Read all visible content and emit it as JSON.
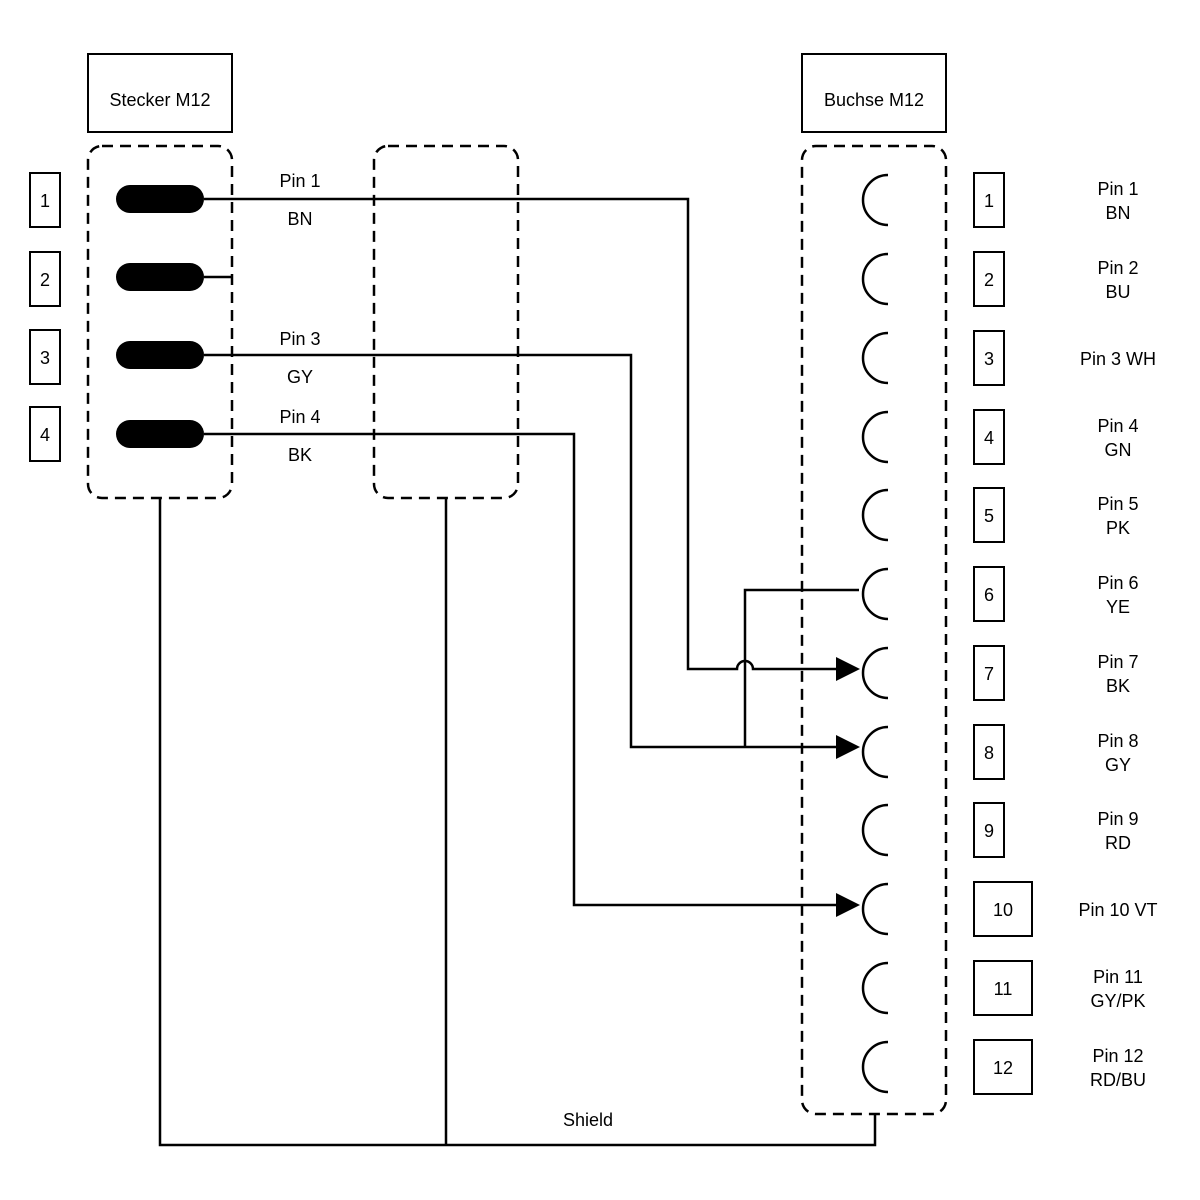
{
  "plug": {
    "title": "Stecker M12",
    "pins": [
      {
        "num": "1",
        "pin_label": "Pin 1",
        "color": "BN"
      },
      {
        "num": "2",
        "pin_label": "",
        "color": ""
      },
      {
        "num": "3",
        "pin_label": "Pin 3",
        "color": "GY"
      },
      {
        "num": "4",
        "pin_label": "Pin 4",
        "color": "BK"
      }
    ]
  },
  "socket": {
    "title": "Buchse M12",
    "pins": [
      {
        "num": "1",
        "label_lines": [
          "Pin 1",
          "BN"
        ]
      },
      {
        "num": "2",
        "label_lines": [
          "Pin 2",
          "BU"
        ]
      },
      {
        "num": "3",
        "label_lines": [
          "Pin 3 WH"
        ]
      },
      {
        "num": "4",
        "label_lines": [
          "Pin 4",
          "GN"
        ]
      },
      {
        "num": "5",
        "label_lines": [
          "Pin 5",
          "PK"
        ]
      },
      {
        "num": "6",
        "label_lines": [
          "Pin 6",
          "YE"
        ]
      },
      {
        "num": "7",
        "label_lines": [
          "Pin 7",
          "BK"
        ]
      },
      {
        "num": "8",
        "label_lines": [
          "Pin 8",
          "GY"
        ]
      },
      {
        "num": "9",
        "label_lines": [
          "Pin 9",
          "RD"
        ]
      },
      {
        "num": "10",
        "label_lines": [
          "Pin 10 VT"
        ]
      },
      {
        "num": "11",
        "label_lines": [
          "Pin 11",
          "GY/PK"
        ]
      },
      {
        "num": "12",
        "label_lines": [
          "Pin 12",
          "RD/BU"
        ]
      }
    ]
  },
  "shield_label": "Shield"
}
